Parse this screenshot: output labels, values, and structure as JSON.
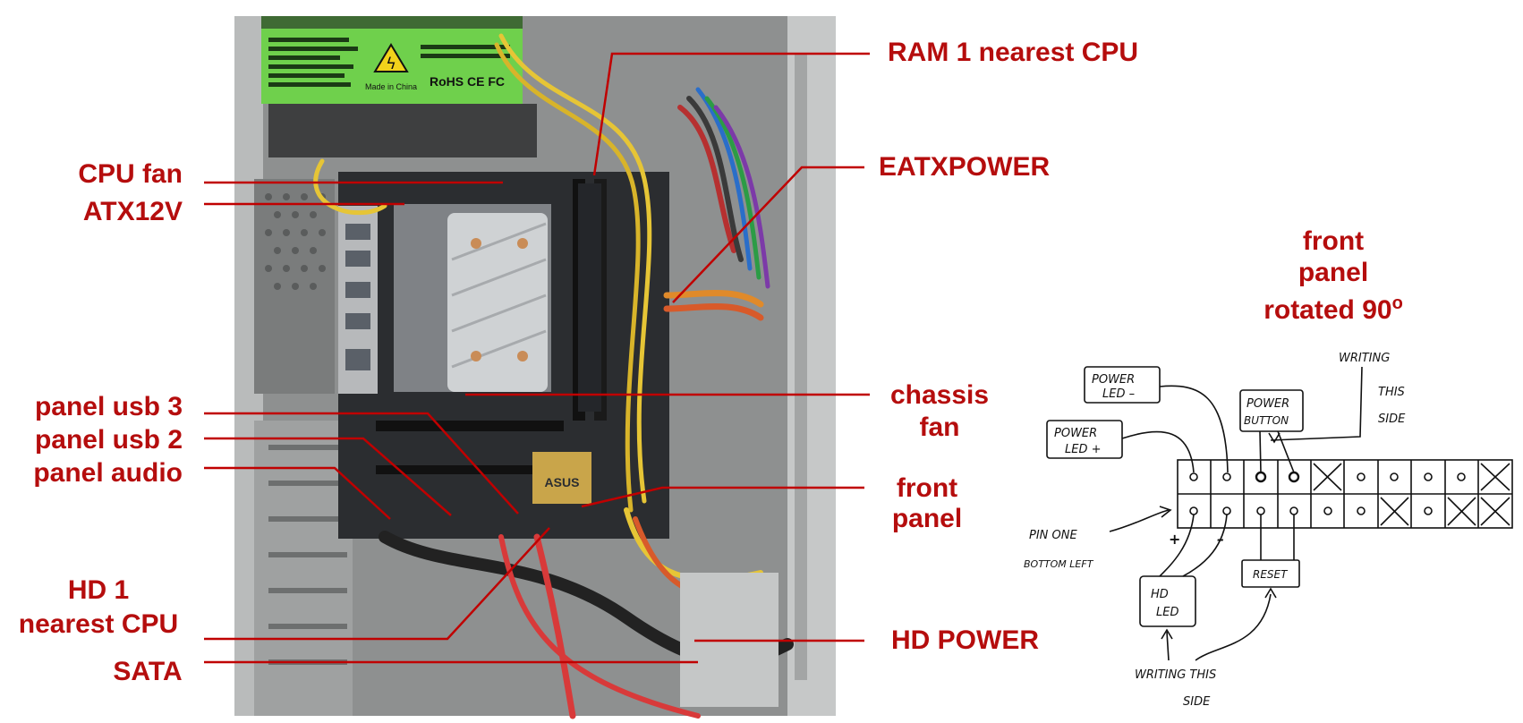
{
  "labels_left": {
    "cpu_fan": "CPU fan",
    "atx12v": "ATX12V",
    "panel_usb3": "panel usb 3",
    "panel_usb2": "panel usb 2",
    "panel_audio": "panel audio",
    "hd1_line1": "HD 1",
    "hd1_line2": "nearest CPU",
    "sata": "SATA"
  },
  "labels_right": {
    "ram1": "RAM 1 nearest CPU",
    "eatxpower": "EATXPOWER",
    "chassis_fan_1": "chassis",
    "chassis_fan_2": "fan",
    "front_panel_1": "front",
    "front_panel_2": "panel",
    "hd_power": "HD POWER"
  },
  "front_panel_diagram": {
    "title_line1": "front",
    "title_line2": "panel",
    "title_line3": "rotated 90",
    "title_sup": "o",
    "power_led_minus": [
      "POWER",
      "LED –"
    ],
    "power_led_plus": [
      "POWER",
      "LED +"
    ],
    "power_button": [
      "POWER",
      "BUTTON"
    ],
    "writing_top": [
      "WRITING",
      "THIS",
      "SIDE"
    ],
    "pin_one": [
      "PIN ONE",
      "BOTTOM LEFT"
    ],
    "hd_led": [
      "HD",
      "LED"
    ],
    "reset": "RESET",
    "plus": "+",
    "minus": "–",
    "writing_bottom": [
      "WRITING  THIS",
      "SIDE"
    ]
  },
  "psu_label": {
    "made_in": "Made in China",
    "marks": "RoHS CE FC"
  },
  "colors": {
    "label_red": "#b50d0d",
    "leader_red": "#c00000",
    "case_metal": "#9a9c9c",
    "psu_green": "#6fd04c"
  }
}
